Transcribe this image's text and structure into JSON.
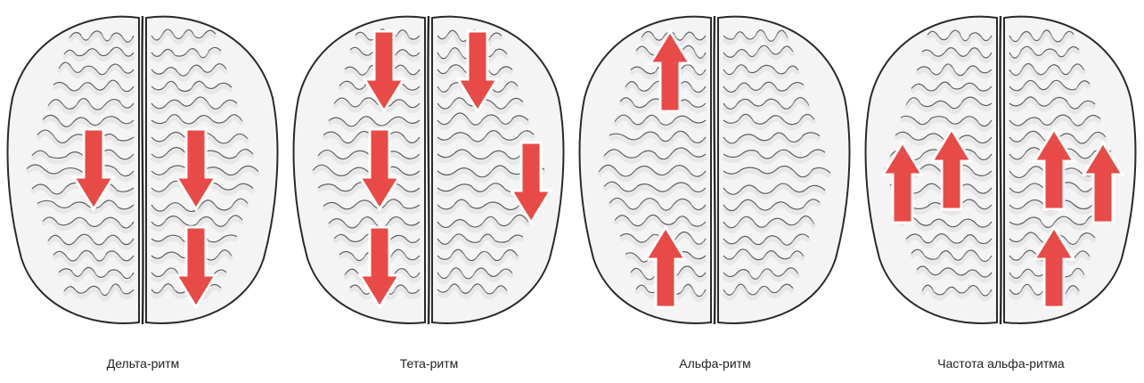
{
  "colors": {
    "arrow_fill": "#e84a47",
    "arrow_stroke": "#ffffff",
    "brain_fill": "#f4f4f4",
    "brain_shade": "#d6d6d6",
    "brain_line": "#2a2a2a"
  },
  "panels": [
    {
      "caption": "Дельта-ритм",
      "arrows": [
        {
          "direction": "down",
          "region": "left-central"
        },
        {
          "direction": "down",
          "region": "right-central"
        },
        {
          "direction": "down",
          "region": "right-posterior"
        }
      ]
    },
    {
      "caption": "Тета-ритм",
      "arrows": [
        {
          "direction": "down",
          "region": "left-frontal"
        },
        {
          "direction": "down",
          "region": "left-central"
        },
        {
          "direction": "down",
          "region": "left-posterior"
        },
        {
          "direction": "down",
          "region": "right-frontal"
        },
        {
          "direction": "down",
          "region": "right-temporal"
        }
      ]
    },
    {
      "caption": "Альфа-ритм",
      "arrows": [
        {
          "direction": "up",
          "region": "left-frontal"
        },
        {
          "direction": "up",
          "region": "left-posterior"
        }
      ]
    },
    {
      "caption": "Частота альфа-ритма",
      "arrows": [
        {
          "direction": "up",
          "region": "left-temporal"
        },
        {
          "direction": "up",
          "region": "left-central"
        },
        {
          "direction": "up",
          "region": "right-central"
        },
        {
          "direction": "up",
          "region": "right-temporal"
        },
        {
          "direction": "up",
          "region": "right-posterior"
        }
      ]
    }
  ]
}
